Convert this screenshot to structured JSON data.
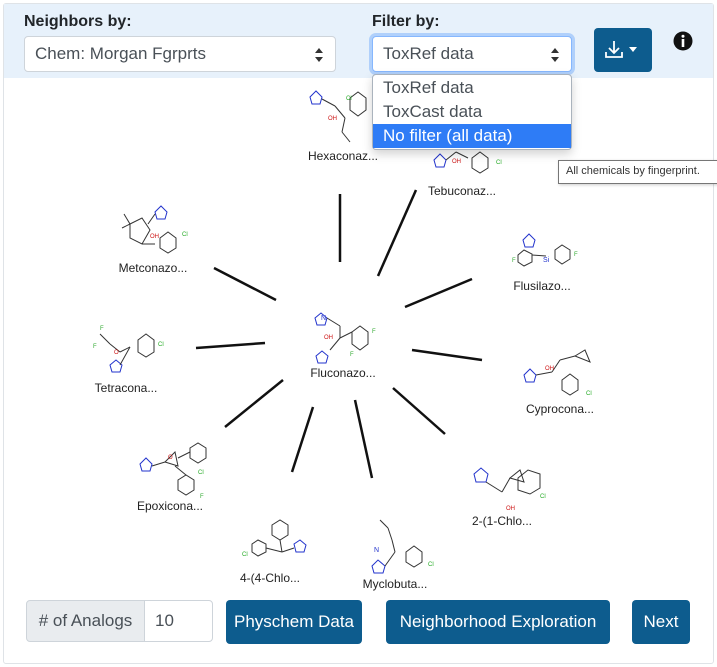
{
  "controls": {
    "neighbors_label": "Neighbors by:",
    "neighbors_value": "Chem: Morgan Fgrprts",
    "filter_label": "Filter by:",
    "filter_value": "ToxRef data",
    "filter_options": [
      "ToxRef data",
      "ToxCast data",
      "No filter (all data)"
    ],
    "filter_highlighted": "No filter (all data)",
    "download_icon": "download-icon",
    "info_icon": "info-circle-icon"
  },
  "tooltip": "All chemicals by fingerprint.",
  "network": {
    "center": "Fluconazo...",
    "neighbors": [
      "Hexaconaz...",
      "Tebuconaz...",
      "Flusilazo...",
      "Cyprocona...",
      "2-(1-Chlo...",
      "Myclobuta...",
      "4-(4-Chlo...",
      "Epoxicona...",
      "Tetracona...",
      "Metconazo..."
    ],
    "atom_labels": {
      "nitrogen": "N",
      "hydroxyl": "OH",
      "oxygen": "O",
      "chlorine": "Cl",
      "fluorine": "F",
      "silicon": "Si"
    }
  },
  "footer": {
    "analogs_label": "# of Analogs",
    "analogs_value": "10",
    "physchem_button": "Physchem Data",
    "neighborhood_button": "Neighborhood Exploration",
    "next_button": "Next"
  },
  "colors": {
    "header_bg": "#e7f1fb",
    "button": "#0d5c8e",
    "highlight": "#2e7cf6"
  }
}
